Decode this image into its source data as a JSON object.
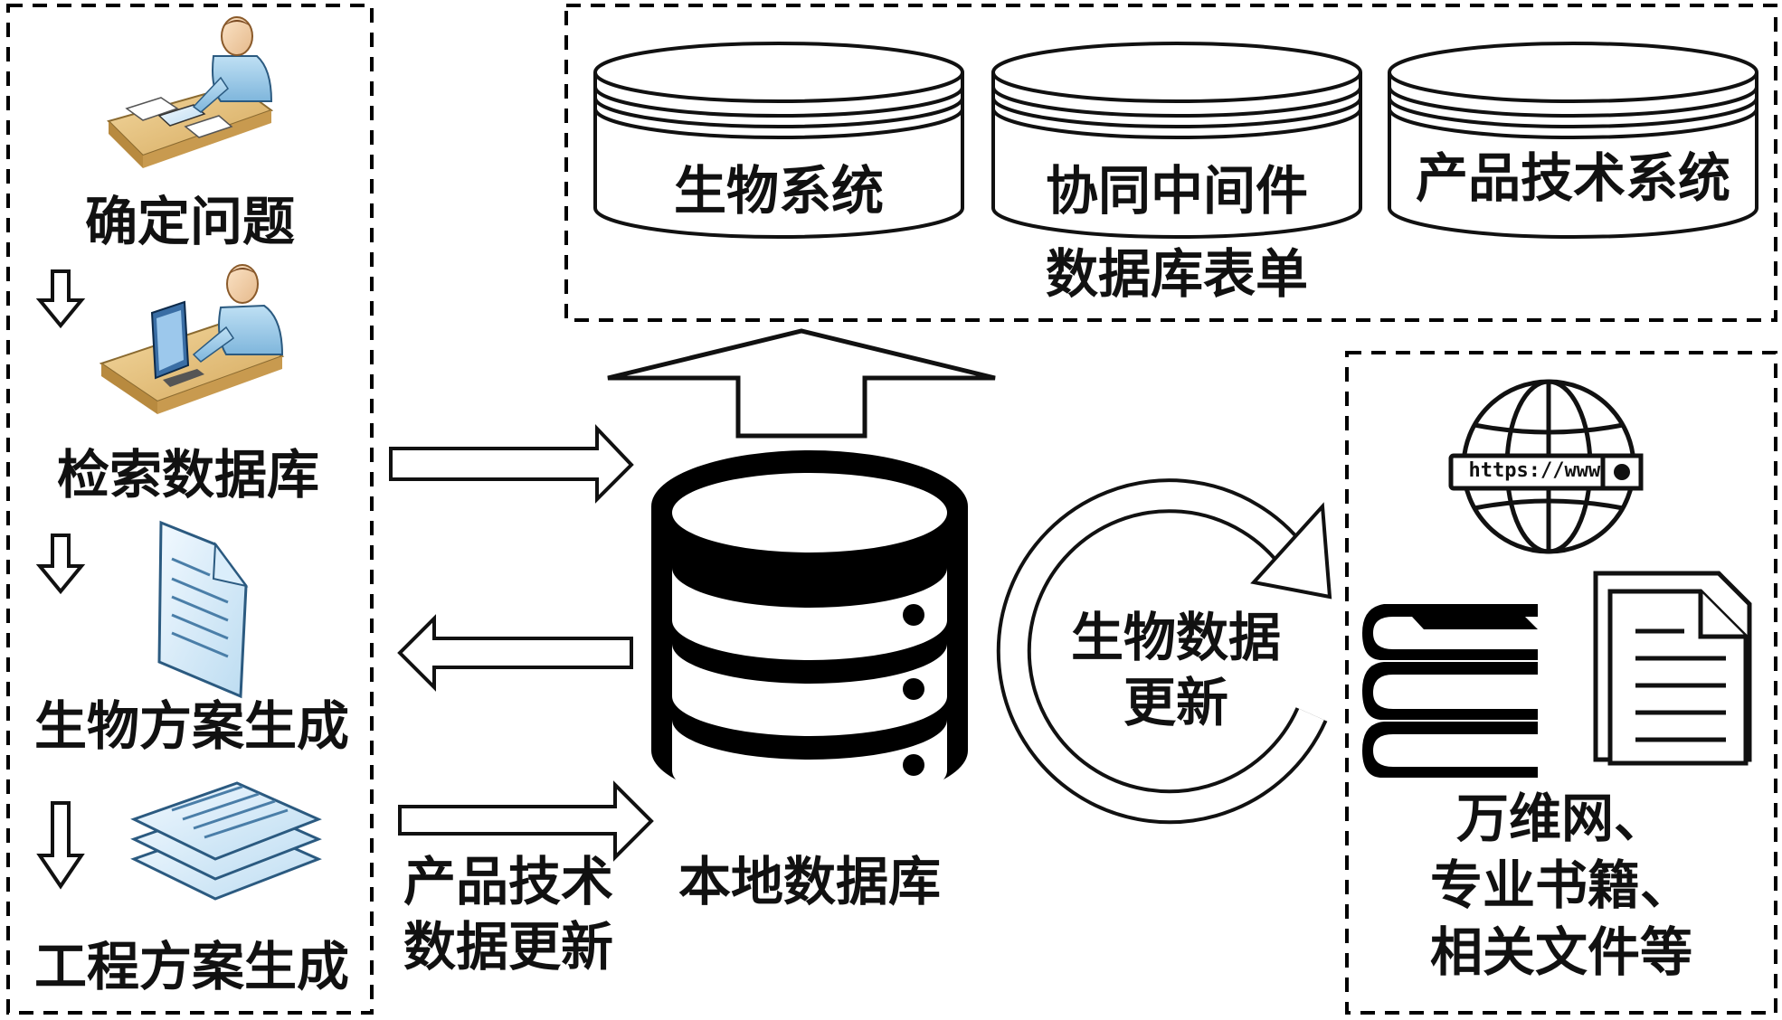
{
  "left_steps": [
    {
      "label": "确定问题",
      "icon": "person-reading-documents-icon"
    },
    {
      "label": "检索数据库",
      "icon": "person-at-computer-icon"
    },
    {
      "label": "生物方案生成",
      "icon": "document-page-icon"
    },
    {
      "label": "工程方案生成",
      "icon": "stacked-documents-icon"
    }
  ],
  "forms": {
    "tables": [
      "生物系统",
      "协同中间件",
      "产品技术系统"
    ],
    "caption": "数据库表单"
  },
  "local_db": {
    "label": "本地数据库"
  },
  "product_update": {
    "line1": "产品技术",
    "line2": "数据更新"
  },
  "bio_update": {
    "line1": "生物数据",
    "line2": "更新"
  },
  "sources": {
    "line1": "万维网、",
    "line2": "专业书籍、",
    "line3": "相关文件等",
    "url_text": "https://www"
  }
}
